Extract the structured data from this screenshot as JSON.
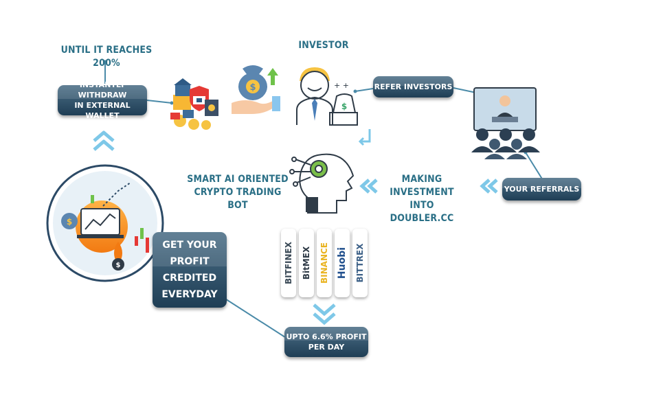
{
  "labels": {
    "reaches": "UNTIL IT REACHES 200%",
    "investor": "INVESTOR",
    "smart_ai_1": "SMART AI ORIENTED",
    "smart_ai_2": "CRYPTO TRADING BOT",
    "making_1": "MAKING INVESTMENT",
    "making_2": "INTO DOUBLER.CC"
  },
  "pills": {
    "withdraw_1": "INSTANTLY WITHDRAW",
    "withdraw_2": "IN EXTERNAL WALLET",
    "refer": "REFER INVESTORS",
    "referrals": "YOUR REFERRALS",
    "profit_1": "GET YOUR",
    "profit_2": "PROFIT",
    "profit_3": "CREDITED",
    "profit_4": "EVERYDAY",
    "upto_1": "UPTO 6.6% PROFIT",
    "upto_2": "PER DAY"
  },
  "exchanges": [
    "BITFINEX",
    "BitMEX",
    "BINANCE",
    "Huobi",
    "BITTREX"
  ],
  "icons": [
    "money-bag-hand-icon",
    "wallet-security-icon",
    "investor-icon",
    "audience-icon",
    "ai-robot-head-icon",
    "trading-chart-icon"
  ],
  "colors": {
    "heading": "#2a6f86",
    "pill": "#2b4a62",
    "connector": "#4a8aa8",
    "chevron": "#7ec8e8"
  }
}
